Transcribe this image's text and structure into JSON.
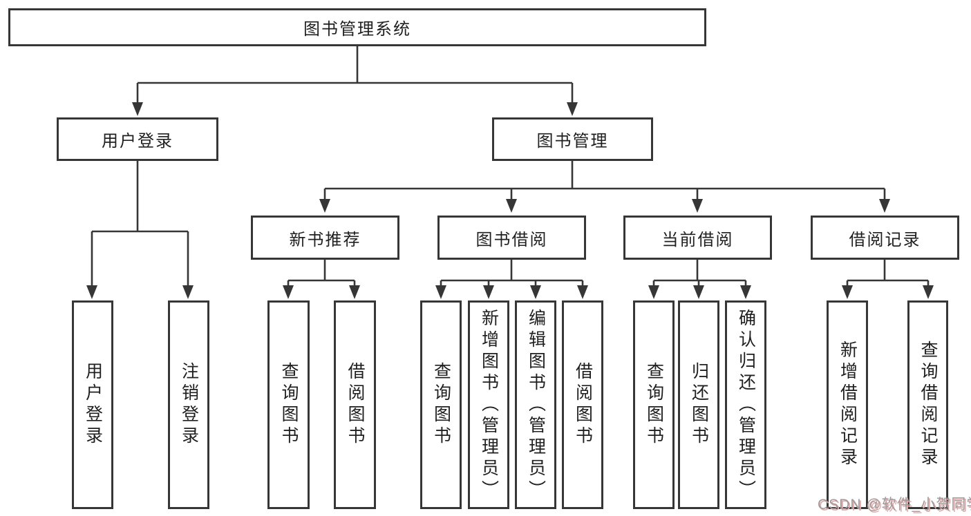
{
  "diagram": {
    "root": "图书管理系统",
    "user_login": {
      "label": "用户登录",
      "children": [
        "用户登录",
        "注销登录"
      ]
    },
    "book_management": {
      "label": "图书管理",
      "sections": [
        {
          "label": "新书推荐",
          "children": [
            "查询图书",
            "借阅图书"
          ]
        },
        {
          "label": "图书借阅",
          "children": [
            "查询图书",
            "新增图书（管理员）",
            "编辑图书（管理员）",
            "借阅图书"
          ]
        },
        {
          "label": "当前借阅",
          "children": [
            "查询图书",
            "归还图书",
            "确认归还（管理员）"
          ]
        },
        {
          "label": "借阅记录",
          "children": [
            "新增借阅记录",
            "查询借阅记录"
          ]
        }
      ]
    }
  },
  "watermark": "CSDN @软件_小贺同学",
  "colors": {
    "line": "#363636",
    "text": "#1f1f1f",
    "background": "#ffffff",
    "watermark_gray": "#9b9b9b",
    "watermark_pink": "#e8a7a7"
  }
}
